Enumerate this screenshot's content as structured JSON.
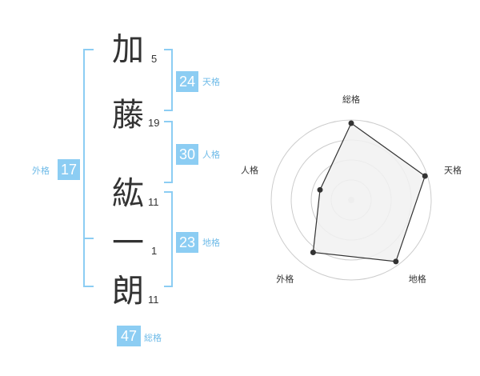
{
  "name": {
    "chars": [
      {
        "char": "加",
        "strokes": "5"
      },
      {
        "char": "藤",
        "strokes": "19"
      },
      {
        "char": "紘",
        "strokes": "11"
      },
      {
        "char": "一",
        "strokes": "1"
      },
      {
        "char": "朗",
        "strokes": "11"
      }
    ]
  },
  "fortunes": {
    "tenkaku": {
      "value": "24",
      "label": "天格"
    },
    "jinkaku": {
      "value": "30",
      "label": "人格"
    },
    "chikaku": {
      "value": "23",
      "label": "地格"
    },
    "gaikaku": {
      "value": "17",
      "label": "外格"
    },
    "soukaku": {
      "value": "47",
      "label": "総格"
    }
  },
  "colors": {
    "accent": "#8ccdf3",
    "accent_text": "#6fbbe8",
    "text": "#333333",
    "grid": "#cccccc",
    "fill": "#f1f1f1"
  },
  "chart_data": {
    "type": "radar",
    "axes": [
      "総格",
      "天格",
      "地格",
      "外格",
      "人格"
    ],
    "values": [
      0.96,
      0.97,
      0.95,
      0.81,
      0.41
    ],
    "range": [
      0,
      1
    ],
    "rings": 4
  }
}
